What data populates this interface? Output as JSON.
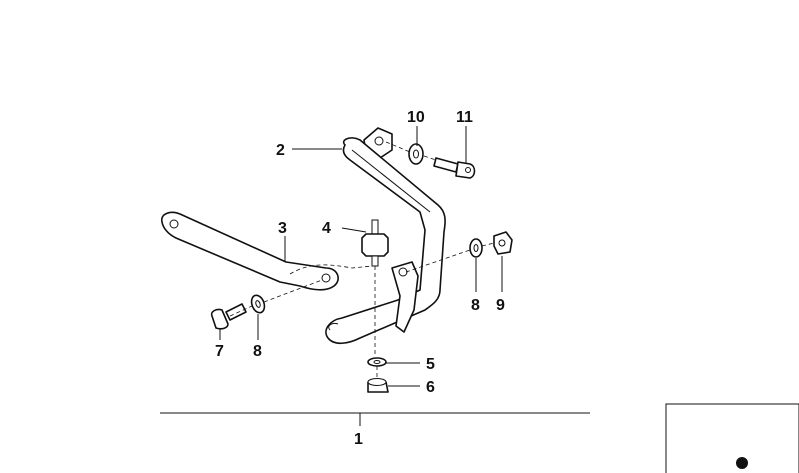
{
  "callouts": {
    "c1": "1",
    "c2": "2",
    "c3": "3",
    "c4": "4",
    "c5": "5",
    "c6": "6",
    "c7": "7",
    "c8a": "8",
    "c8b": "8",
    "c9": "9",
    "c10": "10",
    "c11": "11"
  },
  "colors": {
    "ink": "#111111",
    "paper": "#ffffff"
  },
  "icons": {
    "thumbnail_marker": "black-dot-icon"
  }
}
